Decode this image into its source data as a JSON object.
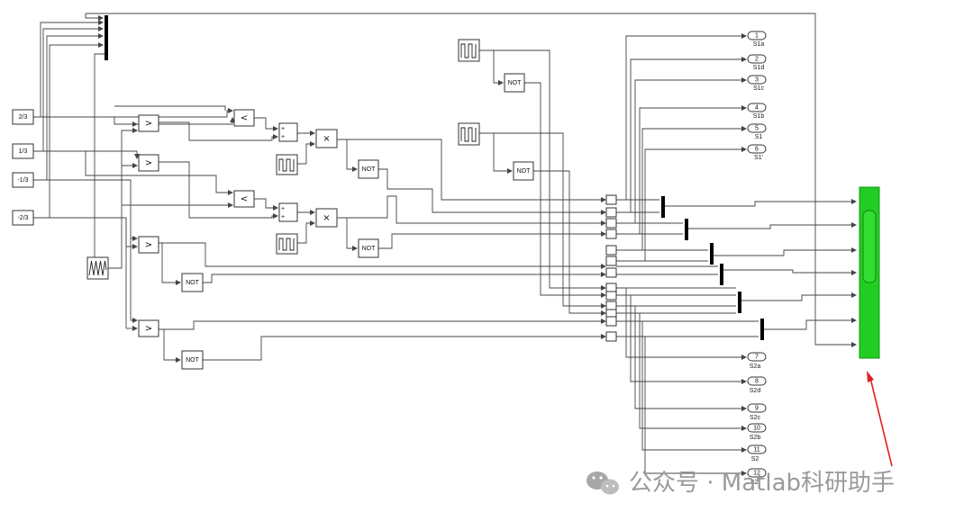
{
  "constants": [
    {
      "id": "c1",
      "value": "2/3"
    },
    {
      "id": "c2",
      "value": "1/3"
    },
    {
      "id": "c3",
      "value": "-1/3"
    },
    {
      "id": "c4",
      "value": "-2/3"
    }
  ],
  "operators": {
    "greater": ">",
    "less": "<",
    "multiply": "×",
    "not": "NOT",
    "plus": "+"
  },
  "outports": [
    {
      "num": "1",
      "label": "S1a"
    },
    {
      "num": "2",
      "label": "S1d"
    },
    {
      "num": "3",
      "label": "S1c"
    },
    {
      "num": "4",
      "label": "S1b"
    },
    {
      "num": "5",
      "label": "S1"
    },
    {
      "num": "6",
      "label": "S1'"
    },
    {
      "num": "7",
      "label": "S2a"
    },
    {
      "num": "8",
      "label": "S2d"
    },
    {
      "num": "9",
      "label": "S2c"
    },
    {
      "num": "10",
      "label": "S2b"
    },
    {
      "num": "11",
      "label": "S2"
    },
    {
      "num": "12",
      "label": "S2'"
    }
  ],
  "icons": {
    "pulse": "pulse-generator-icon",
    "triangle": "triangle-wave-icon",
    "scope": "scope-icon",
    "wechat": "wechat-icon"
  },
  "colors": {
    "scope": "#22cc22",
    "annotation_arrow": "#e02020",
    "watermark": "#9a9a9a"
  },
  "watermark": {
    "text": "公众号 · Matlab科研助手"
  }
}
